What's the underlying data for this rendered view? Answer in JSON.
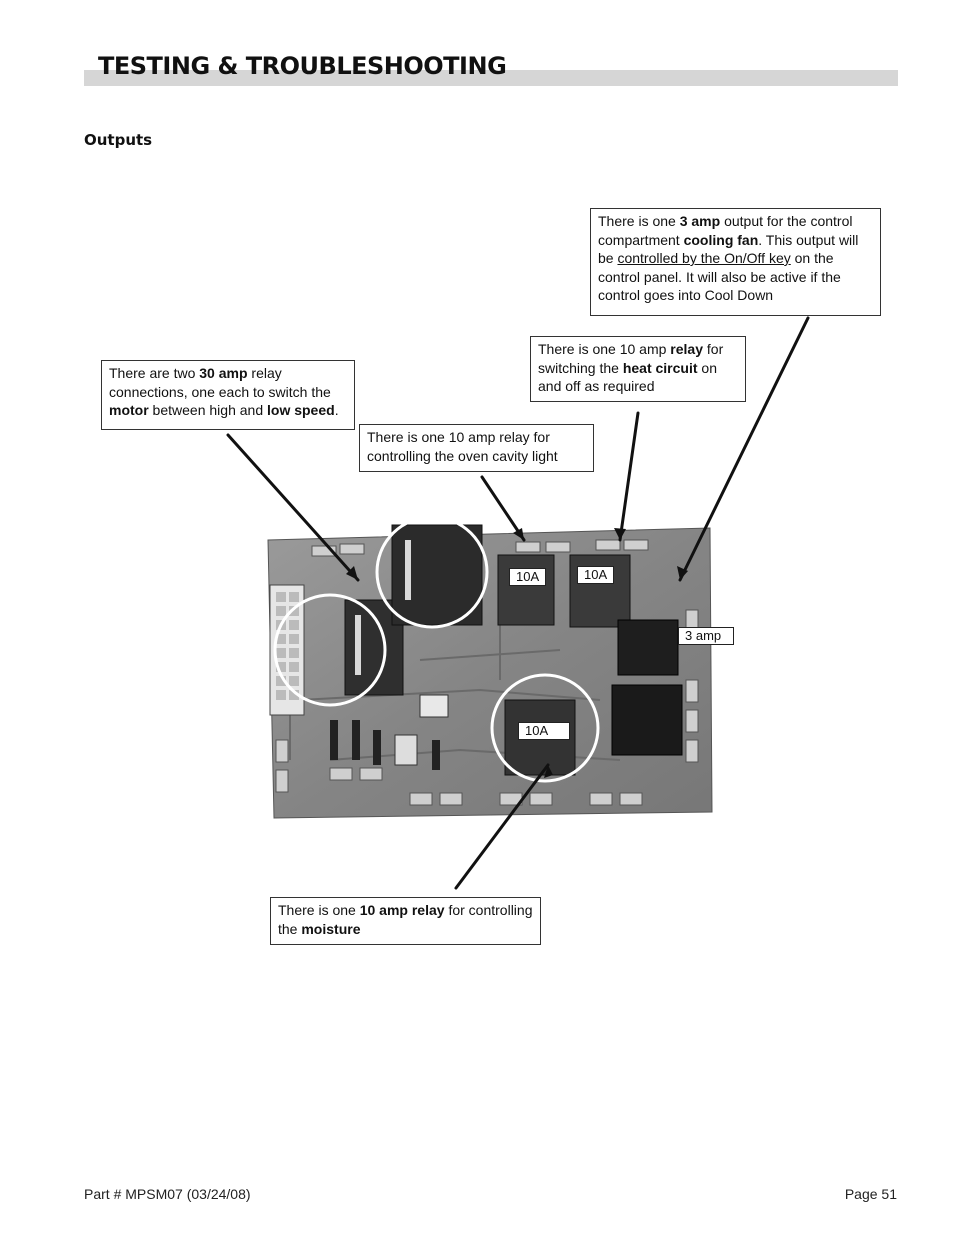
{
  "header": {
    "title": "TESTING & TROUBLESHOOTING"
  },
  "section": {
    "heading": "Outputs"
  },
  "callouts": {
    "cooling_fan": {
      "t1": "There is one ",
      "b1": "3 amp",
      "t2": " output for the control compartment ",
      "b2": "cooling fan",
      "t3": ". This output will be ",
      "u1": "controlled by the On/Off key",
      "t4": " on the control panel. It will also be active if the control goes into Cool Down"
    },
    "heat": {
      "t1": "There is one 10 amp ",
      "b1": "relay",
      "t2": " for switching the ",
      "b2": "heat circuit",
      "t3": " on and off as required"
    },
    "motor": {
      "t1": "There are two ",
      "b1": "30 amp",
      "t2": " relay connections, one each to switch the ",
      "b2": "motor",
      "t3": " between high and ",
      "b3": "low speed",
      "t4": "."
    },
    "light": {
      "t1": "There is one 10 amp relay for controlling the oven cavity light"
    },
    "moisture": {
      "t1": "There is one ",
      "b1": "10 amp relay",
      "t2": " for controlling the ",
      "b2": "moisture"
    }
  },
  "board_labels": {
    "relay_light": "10A",
    "relay_heat": "10A",
    "fan_output": "3 amp",
    "relay_moisture": "10A"
  },
  "footer": {
    "part": "Part # MPSM07 (03/24/08)",
    "page": "Page 51"
  }
}
